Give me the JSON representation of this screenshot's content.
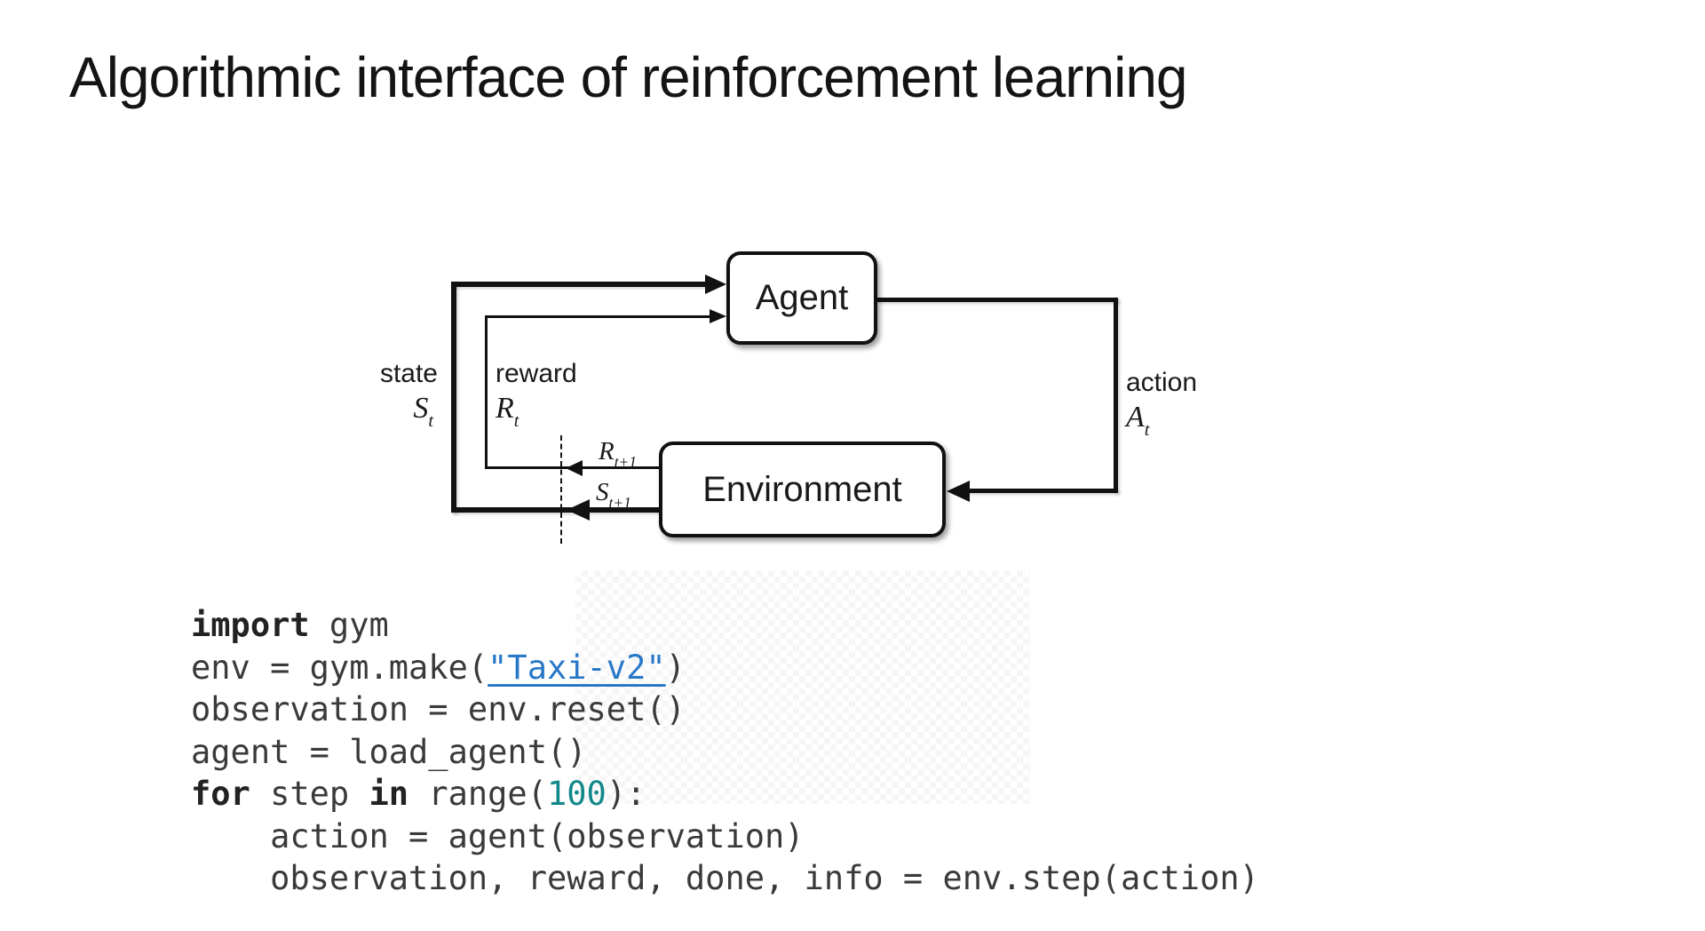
{
  "slide": {
    "title": "Algorithmic interface of reinforcement learning"
  },
  "diagram": {
    "agent": {
      "label": "Agent"
    },
    "environment": {
      "label": "Environment"
    },
    "state": {
      "label": "state",
      "symbol_base": "S",
      "symbol_sub": "t"
    },
    "reward": {
      "label": "reward",
      "symbol_base": "R",
      "symbol_sub": "t"
    },
    "action": {
      "label": "action",
      "symbol_base": "A",
      "symbol_sub": "t"
    },
    "next_reward": {
      "symbol_base": "R",
      "symbol_sub": "t+1"
    },
    "next_state": {
      "symbol_base": "S",
      "symbol_sub": "t+1"
    }
  },
  "code": {
    "lines": [
      {
        "segments": [
          {
            "text": "import",
            "style": "keyword"
          },
          {
            "text": " gym",
            "style": "plain"
          }
        ]
      },
      {
        "segments": [
          {
            "text": "env = gym.make(",
            "style": "plain"
          },
          {
            "text": "\"Taxi-v2\"",
            "style": "link"
          },
          {
            "text": ")",
            "style": "plain"
          }
        ]
      },
      {
        "segments": [
          {
            "text": "observation = env.reset()",
            "style": "plain"
          }
        ]
      },
      {
        "segments": [
          {
            "text": "agent = load_agent()",
            "style": "plain"
          }
        ]
      },
      {
        "segments": [
          {
            "text": "for",
            "style": "keyword"
          },
          {
            "text": " step ",
            "style": "plain"
          },
          {
            "text": "in",
            "style": "keyword"
          },
          {
            "text": " range(",
            "style": "plain"
          },
          {
            "text": "100",
            "style": "number"
          },
          {
            "text": "):",
            "style": "plain"
          }
        ]
      },
      {
        "segments": [
          {
            "text": "    action = agent(observation)",
            "style": "plain"
          }
        ]
      },
      {
        "segments": [
          {
            "text": "    observation, reward, done, info = env.step(action)",
            "style": "plain"
          }
        ]
      }
    ]
  },
  "colors": {
    "background": "#ffffff",
    "title_ink": "#141414",
    "diagram_ink": "#111111",
    "code_text": "#3a3a3a",
    "code_keyword": "#222222",
    "code_link": "#2878c8",
    "code_number": "#12888b"
  }
}
